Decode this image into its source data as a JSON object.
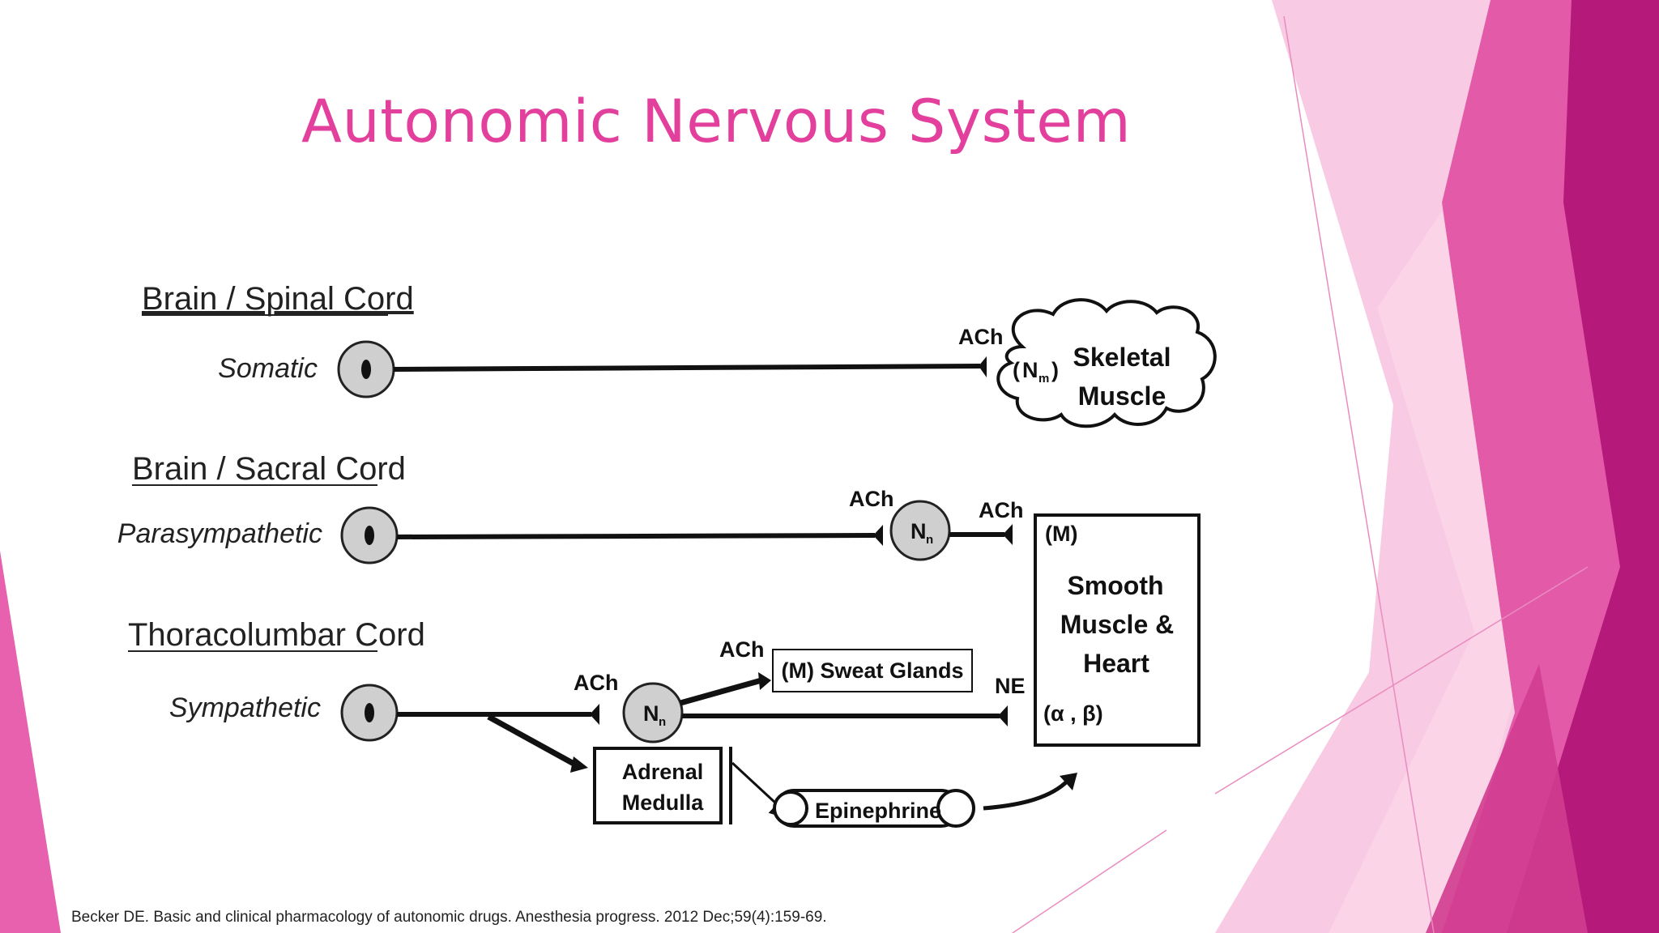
{
  "slide": {
    "title": "Autonomic Nervous System",
    "citation": "Becker DE. Basic and clinical pharmacology of autonomic drugs. Anesthesia progress. 2012 Dec;59(4):159-69."
  },
  "colors": {
    "title": "#e2409c",
    "decor_dark": "#b01a72",
    "decor_mid": "#e04c9e",
    "decor_light": "#f4a9d0"
  },
  "diagram": {
    "somatic": {
      "header": "Brain / Spinal Cord",
      "label": "Somatic",
      "nt": "ACh",
      "receptor": "(Nm)",
      "receptor_main": "N",
      "receptor_sub": "m",
      "target_line1": "Skeletal",
      "target_line2": "Muscle"
    },
    "parasympathetic": {
      "header": "Brain / Sacral Cord",
      "label": "Parasympathetic",
      "nt_pre": "ACh",
      "ganglion_main": "N",
      "ganglion_sub": "n",
      "nt_post": "ACh"
    },
    "sympathetic": {
      "header": "Thoracolumbar Cord",
      "label": "Sympathetic",
      "nt_pre": "ACh",
      "ganglion_main": "N",
      "ganglion_sub": "n",
      "nt_sweat": "ACh",
      "sweat_box": "(M) Sweat Glands",
      "nt_post": "NE",
      "adrenal_line1": "Adrenal",
      "adrenal_line2": "Medulla",
      "hormone": "Epinephrine"
    },
    "target_box": {
      "receptor_top": "(M)",
      "line1": "Smooth",
      "line2": "Muscle &",
      "line3": "Heart",
      "receptor_bottom": "(α , β)"
    }
  }
}
